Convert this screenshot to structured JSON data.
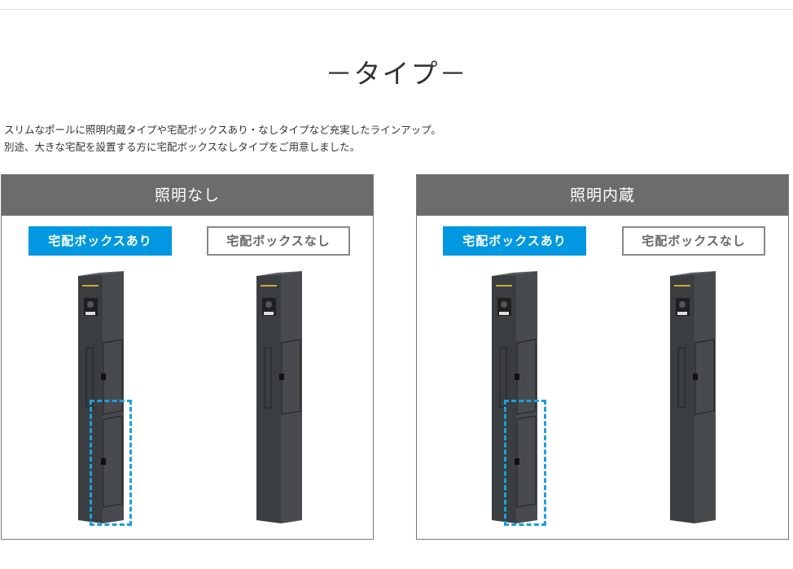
{
  "page": {
    "title": "－タイプ－",
    "intro": [
      "スリムなポールに照明内蔵タイプや宅配ボックスあり・なしタイプなど充実したラインアップ。",
      "別途、大きな宅配を設置する方に宅配ボックスなしタイプをご用意しました。"
    ]
  },
  "panels": [
    {
      "heading": "照明なし",
      "options": [
        {
          "label": "宅配ボックスあり",
          "selected": true
        },
        {
          "label": "宅配ボックスなし",
          "selected": false
        }
      ]
    },
    {
      "heading": "照明内蔵",
      "options": [
        {
          "label": "宅配ボックスあり",
          "selected": true
        },
        {
          "label": "宅配ボックスなし",
          "selected": false
        }
      ]
    }
  ],
  "colors": {
    "accent": "#0098e0",
    "panel_header": "#6c6c6c",
    "pole": "#3a3e40"
  }
}
